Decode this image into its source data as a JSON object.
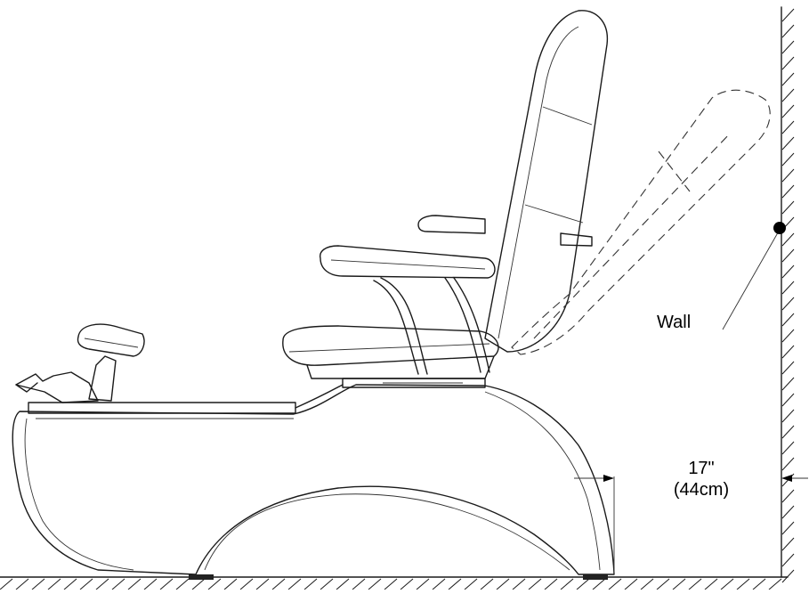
{
  "labels": {
    "wall": "Wall",
    "clearance_in": "17\"",
    "clearance_cm": "(44cm)"
  }
}
